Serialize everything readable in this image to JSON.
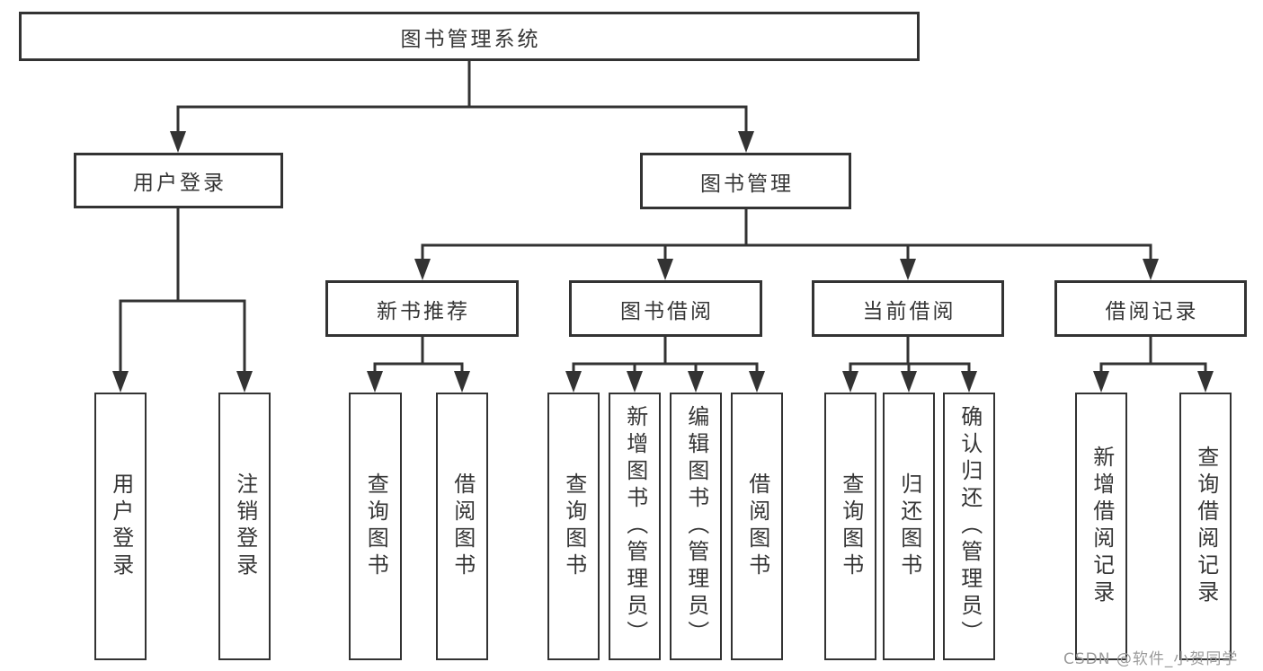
{
  "diagram": {
    "title_node": "图书管理系统",
    "tree": {
      "root": {
        "label": "图书管理系统"
      },
      "children": [
        {
          "label": "用户登录",
          "children": [
            {
              "label": "用户登录"
            },
            {
              "label": "注销登录"
            }
          ]
        },
        {
          "label": "图书管理",
          "children": [
            {
              "label": "新书推荐",
              "children": [
                {
                  "label": "查询图书"
                },
                {
                  "label": "借阅图书"
                }
              ]
            },
            {
              "label": "图书借阅",
              "children": [
                {
                  "label": "查询图书"
                },
                {
                  "label": "新增图书（管理员）"
                },
                {
                  "label": "编辑图书（管理员）"
                },
                {
                  "label": "借阅图书"
                }
              ]
            },
            {
              "label": "当前借阅",
              "children": [
                {
                  "label": "查询图书"
                },
                {
                  "label": "归还图书"
                },
                {
                  "label": "确认归还（管理员）"
                }
              ]
            },
            {
              "label": "借阅记录",
              "children": [
                {
                  "label": "新增借阅记录"
                },
                {
                  "label": "查询借阅记录"
                }
              ]
            }
          ]
        }
      ]
    },
    "colors": {
      "line": "#333333",
      "box_border": "#333333",
      "text": "#363636",
      "watermark": "#9b9b9b",
      "background": "#ffffff"
    }
  },
  "watermark": {
    "text": "CSDN @软件_小贺同学"
  }
}
